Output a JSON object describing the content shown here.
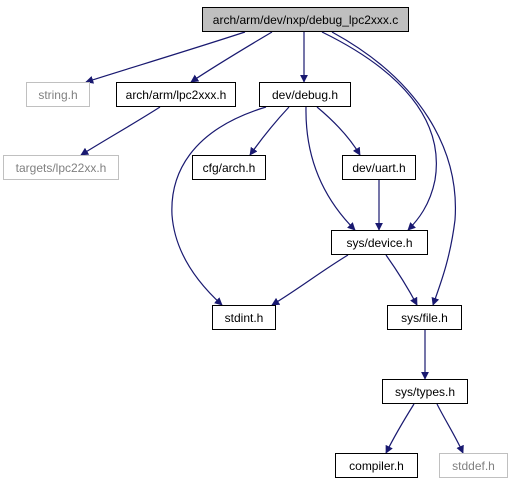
{
  "graph": {
    "colors": {
      "edge": "#191970",
      "root_fill": "#bfbfbf",
      "node_border": "#000000",
      "external_border": "#c0c0c0",
      "external_text": "#808080"
    },
    "nodes": {
      "root": "arch/arm/dev/nxp/debug_lpc2xxx.c",
      "string_h": "string.h",
      "lpc2xxx_h": "arch/arm/lpc2xxx.h",
      "debug_h": "dev/debug.h",
      "targets_h": "targets/lpc22xx.h",
      "cfg_arch_h": "cfg/arch.h",
      "uart_h": "dev/uart.h",
      "device_h": "sys/device.h",
      "stdint_h": "stdint.h",
      "file_h": "sys/file.h",
      "types_h": "sys/types.h",
      "compiler_h": "compiler.h",
      "stddef_h": "stddef.h"
    }
  }
}
